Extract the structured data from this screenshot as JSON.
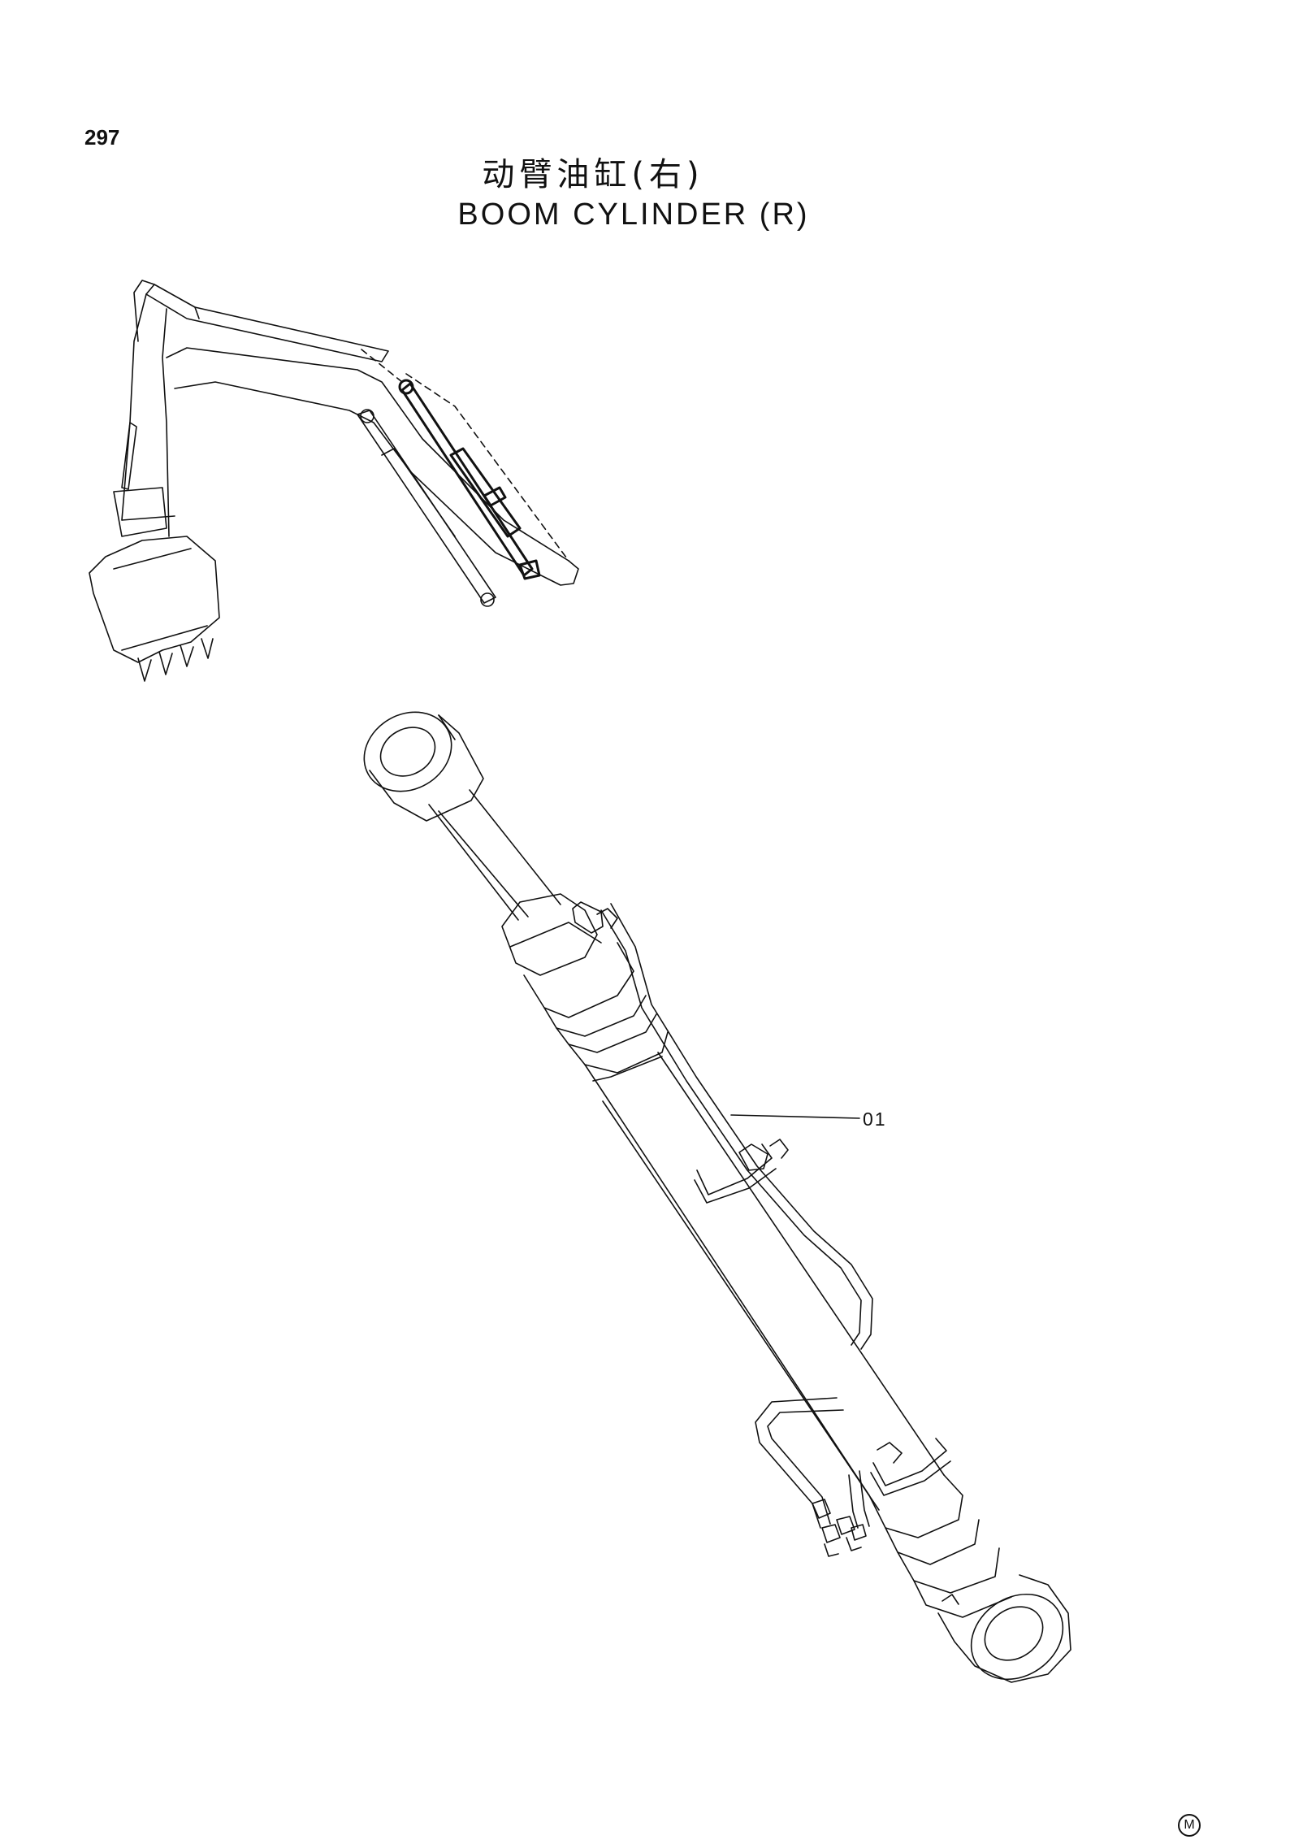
{
  "page": {
    "number": "297",
    "title_cn": "动臂油缸(右)",
    "title_en": "BOOM CYLINDER (R)"
  },
  "callouts": [
    {
      "label": "01"
    }
  ],
  "marker": {
    "text": "M"
  }
}
